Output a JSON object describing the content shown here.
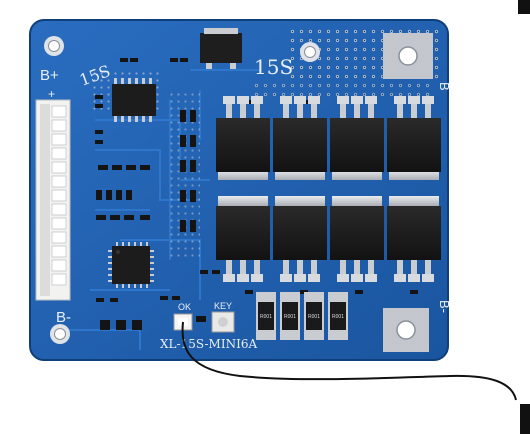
{
  "photo": {
    "subject": "BMS protection circuit board",
    "colors": {
      "pcb": "#1f5fb0",
      "pcb_dark": "#174d93",
      "mosfet": "#1c1c1c",
      "pad": "#c9ccd1",
      "connector": "#f2f2f0",
      "wire": "#111111",
      "background": "#ffffff"
    }
  },
  "silkscreen": {
    "b_plus": "B+",
    "series_left": "15S",
    "series_right": "15S",
    "plus_sign": "+",
    "b_minus": "B-",
    "b_minus_right": "B-",
    "b_right": "B",
    "ok_label": "OK",
    "key_label": "KEY",
    "model": "XL-15S-MINI6A"
  },
  "resistor_markings": [
    "R001",
    "R001",
    "R001",
    "R001"
  ]
}
